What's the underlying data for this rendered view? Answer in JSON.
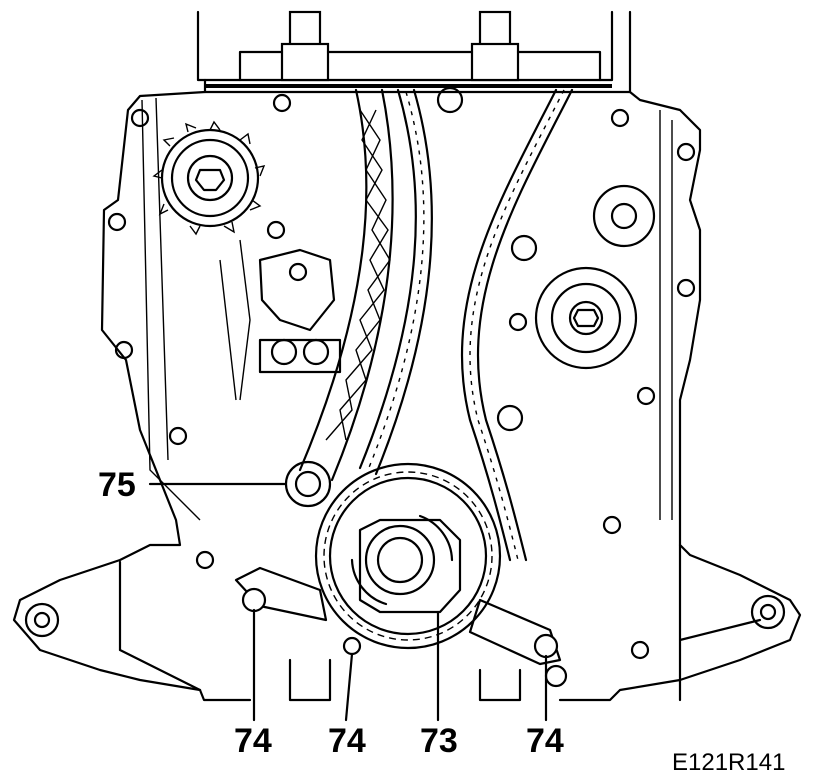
{
  "callouts": {
    "c75": "75",
    "c74a": "74",
    "c74b": "74",
    "c73": "73",
    "c74c": "74"
  },
  "reference_code": "E121R141"
}
